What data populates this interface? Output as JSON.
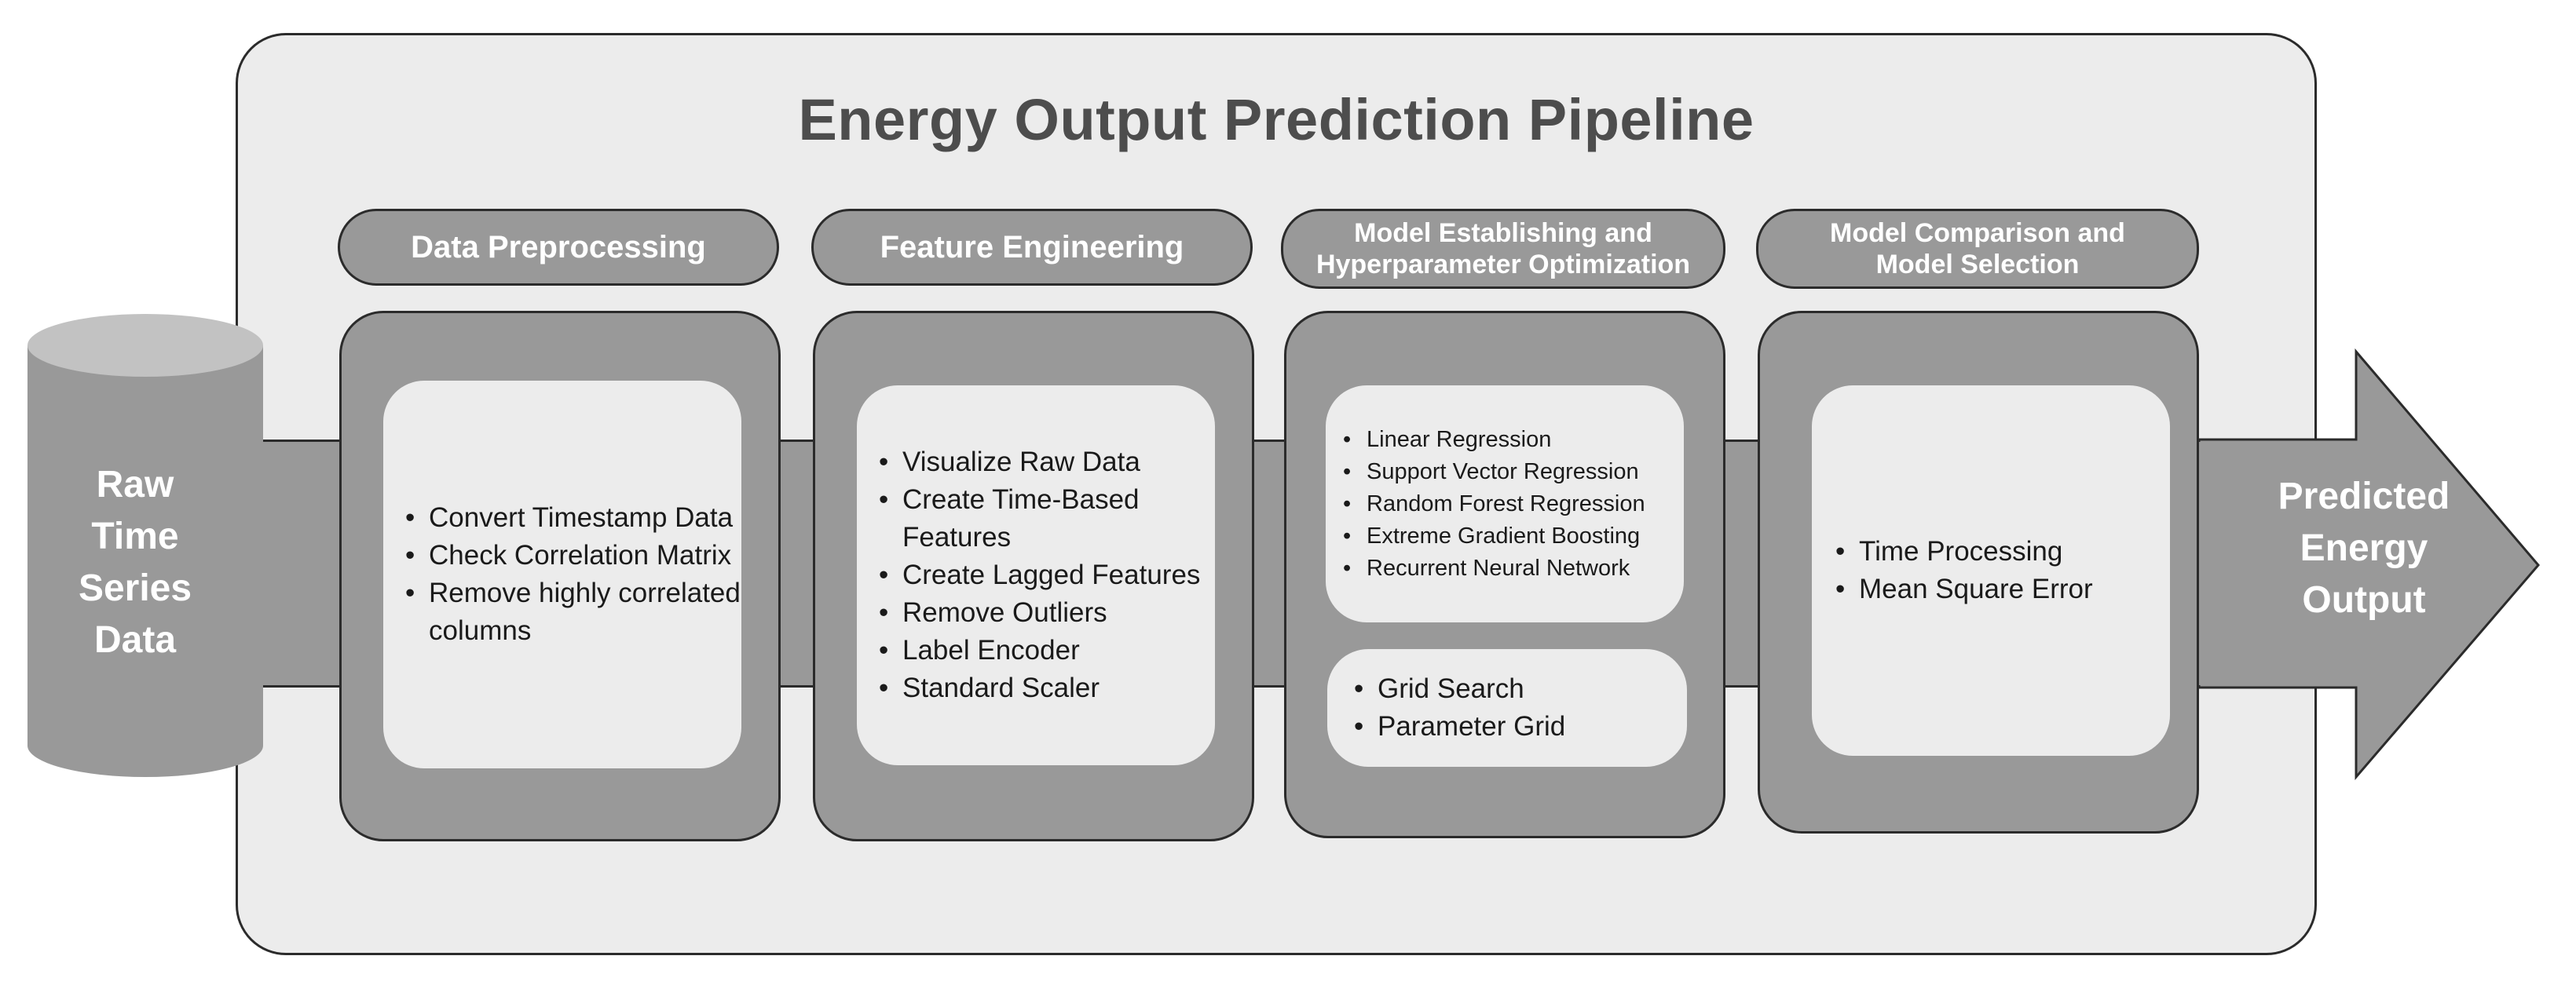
{
  "title": "Energy Output Prediction Pipeline",
  "input": {
    "lines": [
      "Raw",
      "Time",
      "Series",
      "Data"
    ]
  },
  "output": {
    "lines": [
      "Predicted",
      "Energy",
      "Output"
    ]
  },
  "stages": [
    {
      "header": "Data Preprocessing",
      "items": [
        "Convert Timestamp Data",
        "Check Correlation Matrix",
        "Remove highly correlated columns"
      ]
    },
    {
      "header": "Feature Engineering",
      "items": [
        "Visualize Raw Data",
        "Create Time-Based Features",
        "Create Lagged Features",
        "Remove Outliers",
        "Label Encoder",
        "Standard Scaler"
      ]
    },
    {
      "header": "Model Establishing and\nHyperparameter Optimization",
      "models": [
        "Linear Regression",
        "Support Vector Regression",
        "Random Forest Regression",
        "Extreme Gradient Boosting",
        "Recurrent Neural Network"
      ],
      "tuning": [
        "Grid Search",
        "Parameter Grid"
      ]
    },
    {
      "header": "Model Comparison and\nModel Selection",
      "items": [
        "Time Processing",
        "Mean Square Error"
      ]
    }
  ],
  "colors": {
    "panel": "#ececec",
    "block": "#999999",
    "title": "#4d4d4d",
    "outline": "#2b2b2b",
    "cylinder_top": "#c2c2c2"
  }
}
